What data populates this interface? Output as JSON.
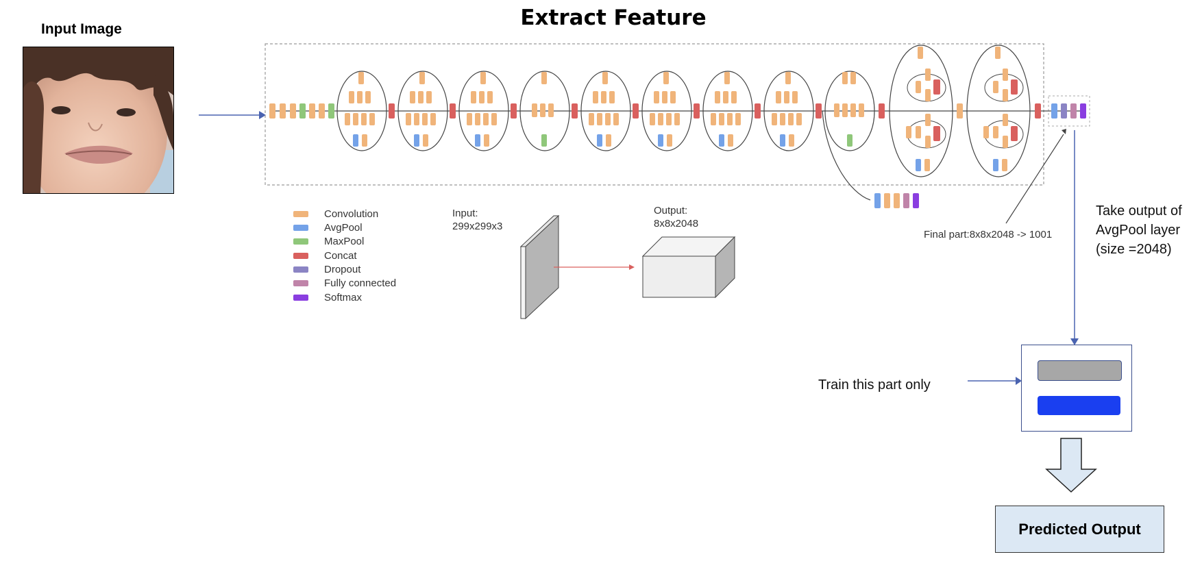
{
  "title": "Extract Feature",
  "input_image": {
    "label": "Input Image"
  },
  "legend": [
    {
      "label": "Convolution",
      "color": "#f0b47a"
    },
    {
      "label": "AvgPool",
      "color": "#74a2e8"
    },
    {
      "label": "MaxPool",
      "color": "#8fc77a"
    },
    {
      "label": "Concat",
      "color": "#d9605e"
    },
    {
      "label": "Dropout",
      "color": "#8b84c4"
    },
    {
      "label": "Fully connected",
      "color": "#c084a9"
    },
    {
      "label": "Softmax",
      "color": "#8a3ee0"
    }
  ],
  "tensor_input": {
    "line1": "Input:",
    "line2": "299x299x3"
  },
  "tensor_output": {
    "line1": "Output:",
    "line2": "8x8x2048"
  },
  "final_part": "Final part:8x8x2048 -> 1001",
  "take_output": {
    "line1": "Take output of",
    "line2": "AvgPool layer",
    "line3": "(size =2048)"
  },
  "train_part": "Train this part only",
  "predicted_output": "Predicted Output",
  "colors": {
    "arrow": "#4a63b0",
    "box_border": "#3a4e8c",
    "gray_layer": "#a7a7a7",
    "blue_layer": "#1a3ff0",
    "output_fill": "#dce8f4"
  }
}
